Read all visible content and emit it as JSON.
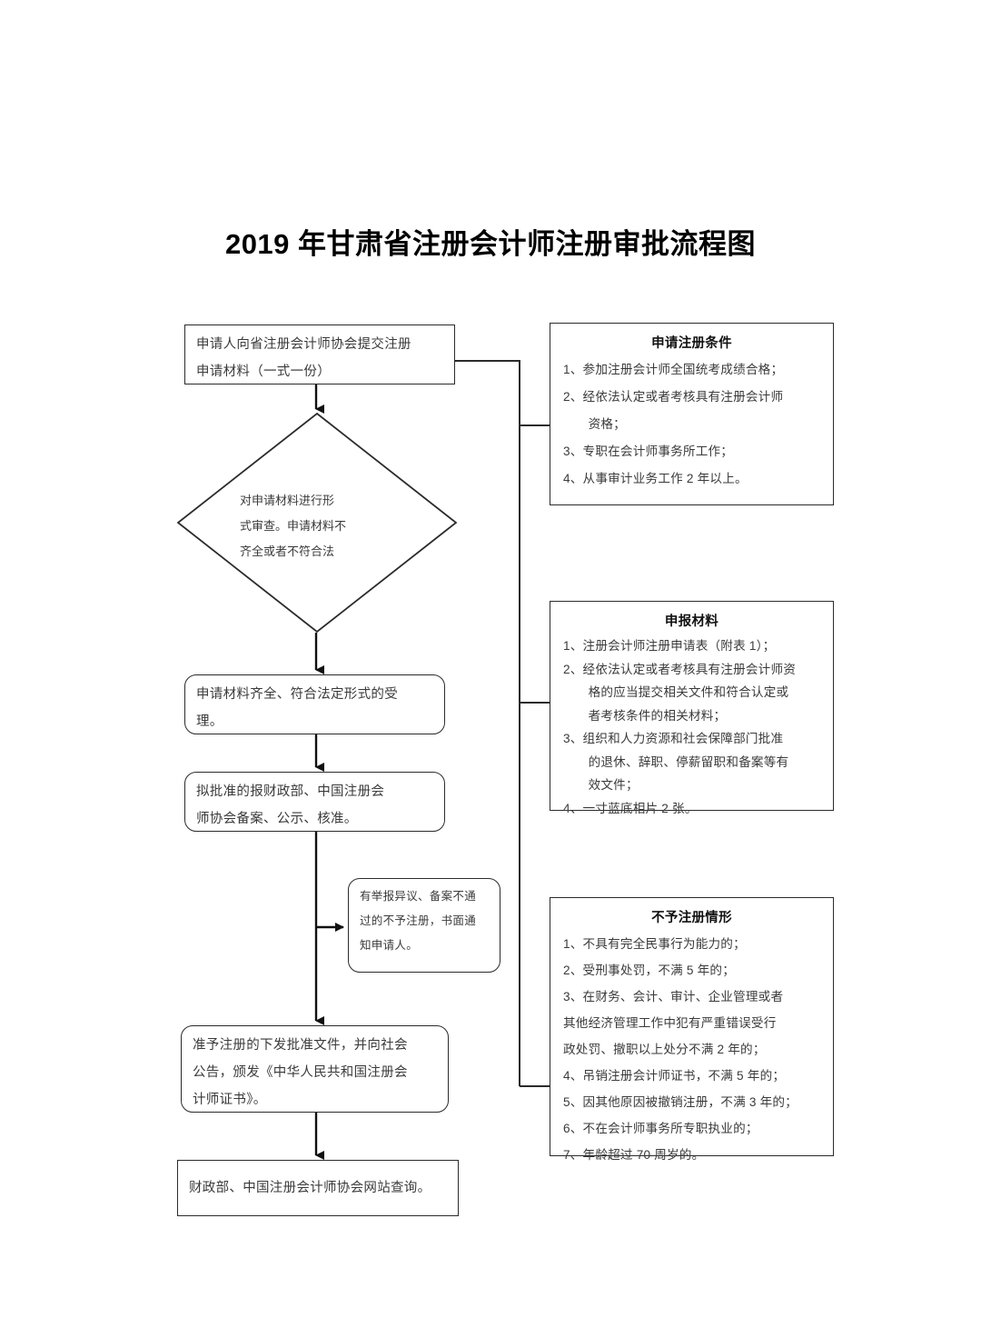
{
  "title": "2019 年甘肃省注册会计师注册审批流程图",
  "flow": {
    "submit": "申请人向省注册会计师协会提交注册\n申请材料（一式一份）",
    "review_diamond": "对申请材料进行形\n式审查。申请材料不\n齐全或者不符合法\n定形式的告知申请",
    "accept": "申请材料齐全、符合法定形式的受\n理。",
    "approve": "拟批准的报财政部、中国注册会\n师协会备案、公示、核准。",
    "reject_note": "有举报异议、备案不通\n过的不予注册，书面通\n知申请人。",
    "grant": "准予注册的下发批准文件，并向社会\n公告，颁发《中华人民共和国注册会\n计师证书》。",
    "query": "财政部、中国注册会计师协会网站查询。"
  },
  "panels": {
    "conditions": {
      "title": "申请注册条件",
      "items": [
        "1、参加注册会计师全国统考成绩合格；",
        "2、经依法认定或者考核具有注册会计师\n　　资格；",
        "3、专职在会计师事务所工作；",
        "4、从事审计业务工作 2 年以上。"
      ]
    },
    "materials": {
      "title": "申报材料",
      "items": [
        "1、注册会计师注册申请表（附表 1）；",
        "2、经依法认定或者考核具有注册会计师资\n　　格的应当提交相关文件和符合认定或\n　　者考核条件的相关材料；",
        "3、组织和人力资源和社会保障部门批准\n　　的退休、辞职、停薪留职和备案等有\n　　效文件；",
        "4、一寸蓝底相片 2 张。"
      ]
    },
    "refusal": {
      "title": "不予注册情形",
      "items": [
        "1、不具有完全民事行为能力的；",
        "2、受刑事处罚，不满 5 年的；",
        "3、在财务、会计、审计、企业管理或者\n其他经济管理工作中犯有严重错误受行\n政处罚、撤职以上处分不满 2 年的；",
        "4、吊销注册会计师证书，不满 5 年的；",
        "5、因其他原因被撤销注册，不满 3 年的；",
        "6、不在会计师事务所专职执业的；",
        "7、年龄超过 70 周岁的。"
      ]
    }
  },
  "colors": {
    "stroke": "#2b2b2b",
    "text": "#3a3a3a",
    "background": "#ffffff"
  }
}
